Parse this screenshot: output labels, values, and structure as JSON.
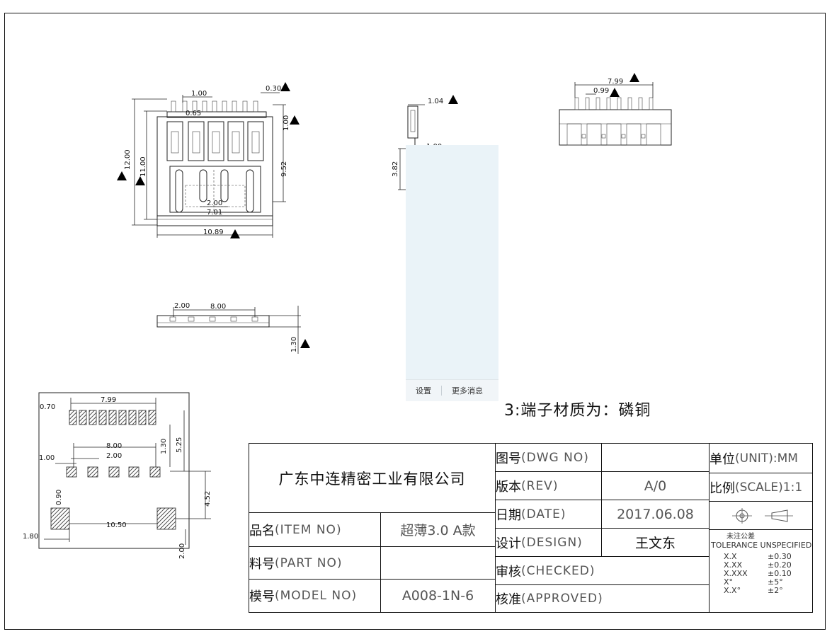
{
  "popup": {
    "settings_label": "设置",
    "more_messages_label": "更多消息"
  },
  "note": "3:端子材质为：磷铜",
  "dims": {
    "top_view": {
      "d1": "1.00",
      "d2": "0.30",
      "d3": "0.65",
      "d4": "12.00",
      "d5": "11.00",
      "d6": "1.00",
      "d7": "9.52",
      "d8": "2.00",
      "d9": "7.01",
      "d10": "10.89"
    },
    "side_view": {
      "d1": "1.04",
      "d2": "3.82",
      "d3": "1.00"
    },
    "front_view": {
      "d1": "7.99",
      "d2": "0.99"
    },
    "bottom_view": {
      "d1": "2.00",
      "d2": "8.00",
      "d3": "1.30"
    },
    "pcb_layout": {
      "d1": "0.70",
      "d2": "7.99",
      "d3": "8.00",
      "d4": "2.00",
      "d5": "1.00",
      "d6": "1.30",
      "d7": "5.25",
      "d8": "0.90",
      "d9": "4.52",
      "d10": "10.50",
      "d11": "1.80",
      "d12": "2.00"
    }
  },
  "title_block": {
    "company": "广东中连精密工业有限公司",
    "item_no_cn": "品名",
    "item_no_en": "(ITEM NO)",
    "item_no_value": "超薄3.0 A款",
    "part_no_cn": "料号",
    "part_no_en": "(PART NO)",
    "part_no_value": "",
    "model_no_cn": "模号",
    "model_no_en": "(MODEL NO)",
    "model_no_value": "A008-1N-6",
    "dwg_no_cn": "图号",
    "dwg_no_en": "(DWG NO)",
    "dwg_no_value": "",
    "rev_cn": "版本",
    "rev_en": "(REV)",
    "rev_value": "A/0",
    "date_cn": "日期",
    "date_en": "(DATE)",
    "date_value": "2017.06.08",
    "design_cn": "设计",
    "design_en": "(DESIGN)",
    "design_value": "王文东",
    "checked_cn": "审核",
    "checked_en": "(CHECKED)",
    "approved_cn": "核准",
    "approved_en": "(APPROVED)",
    "unit_cn": "单位",
    "unit_en": "(UNIT):",
    "unit_value": "MM",
    "scale_cn": "比例",
    "scale_en": "(SCALE)",
    "scale_value": "1:1",
    "tolerance_cn": "未注公差",
    "tolerance_en": "TOLERANCE UNSPECIFIED",
    "tolerances": [
      {
        "key": "X.X",
        "value": "±0.30"
      },
      {
        "key": "X.XX",
        "value": "±0.20"
      },
      {
        "key": "X.XXX",
        "value": "±0.10"
      },
      {
        "key": "X°",
        "value": "±5°"
      },
      {
        "key": "X.X°",
        "value": "±2°"
      }
    ]
  }
}
